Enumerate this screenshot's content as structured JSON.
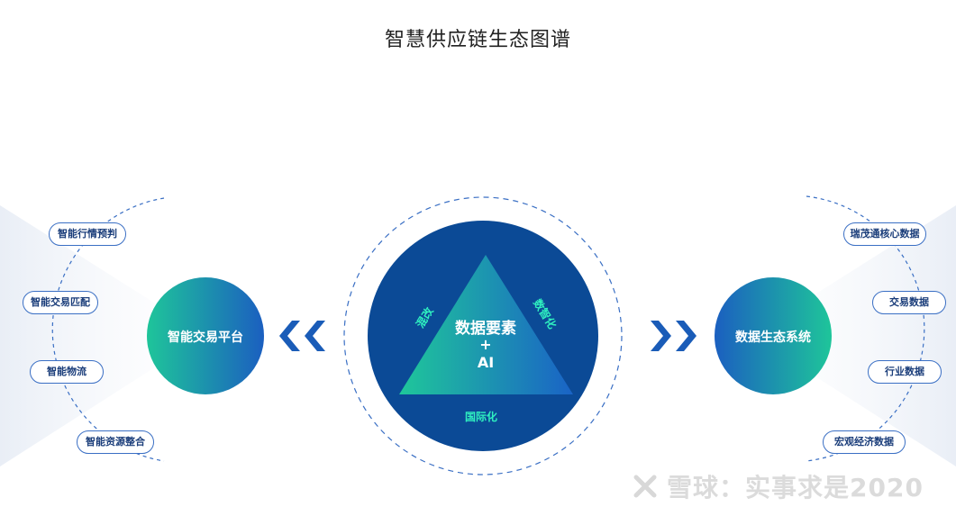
{
  "title": "智慧供应链生态图谱",
  "left_hub": {
    "label": "智能交易平台",
    "items": [
      "智能行情预判",
      "智能交易匹配",
      "智能物流",
      "智能资源整合"
    ]
  },
  "right_hub": {
    "label": "数据生态系统",
    "items": [
      "瑞茂通核心数据",
      "交易数据",
      "行业数据",
      "宏观经济数据"
    ]
  },
  "center": {
    "line1": "数据要素",
    "plus": "+",
    "line2": "AI",
    "side_left": "混改",
    "side_right": "数智化",
    "side_bottom": "国际化"
  },
  "watermark": "雪球：实事求是2020",
  "colors": {
    "deep_blue": "#0b4a96",
    "teal": "#18c49a",
    "accent_blue": "#1f5fbf"
  }
}
